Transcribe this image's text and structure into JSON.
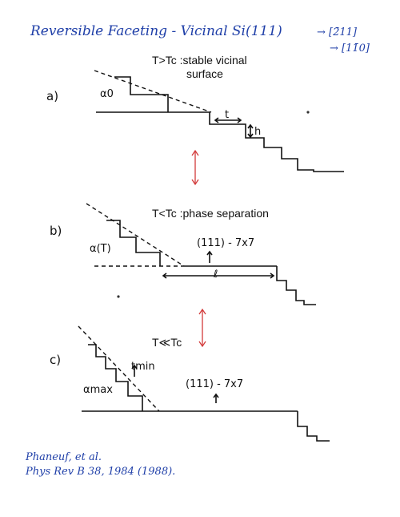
{
  "header": {
    "title": "Reversible Faceting - Vicinal Si(111)",
    "direction_1": "→ [2̄11]",
    "direction_2": "→ [11̄0]"
  },
  "panels": {
    "a": {
      "label": "a)",
      "condition_line1": "T>Tc :stable vicinal",
      "condition_line2": "surface",
      "angle_label": "α0",
      "terrace_label": "t",
      "step_height_label": "h"
    },
    "b": {
      "label": "b)",
      "condition": "T<Tc :phase separation",
      "angle_label": "α(T)",
      "reconstruction_label": "(111) - 7x7",
      "length_label": "ℓ"
    },
    "c": {
      "label": "c)",
      "condition": "T≪Tc",
      "angle_label": "αmax",
      "terrace_label": "tmin",
      "reconstruction_label": "(111) - 7x7"
    }
  },
  "citation": {
    "line1": "Phaneuf, et al.",
    "line2": "Phys Rev B 38, 1984 (1988)."
  },
  "colors": {
    "ink": "#111111",
    "handwriting": "#1f3fa8",
    "arrow": "#d23a3a"
  }
}
